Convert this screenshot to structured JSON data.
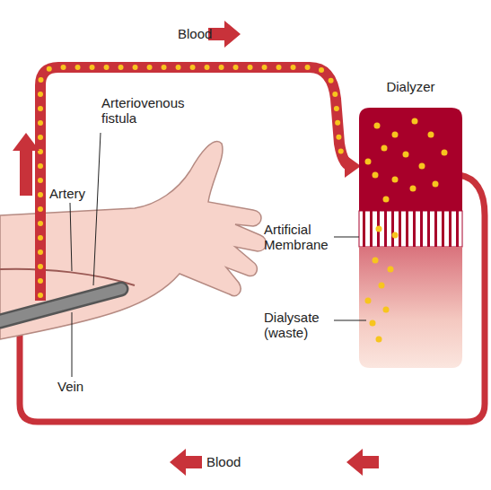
{
  "diagram": {
    "nodes": [
      {
        "text": [
          "Dialyzer"
        ]
      }
    ],
    "labels": [
      "Blood",
      "Arteriovenous fistula",
      "Artery",
      "Vein",
      "Artificial Membrane",
      "Dialysate (waste)",
      "Blood"
    ]
  }
}
